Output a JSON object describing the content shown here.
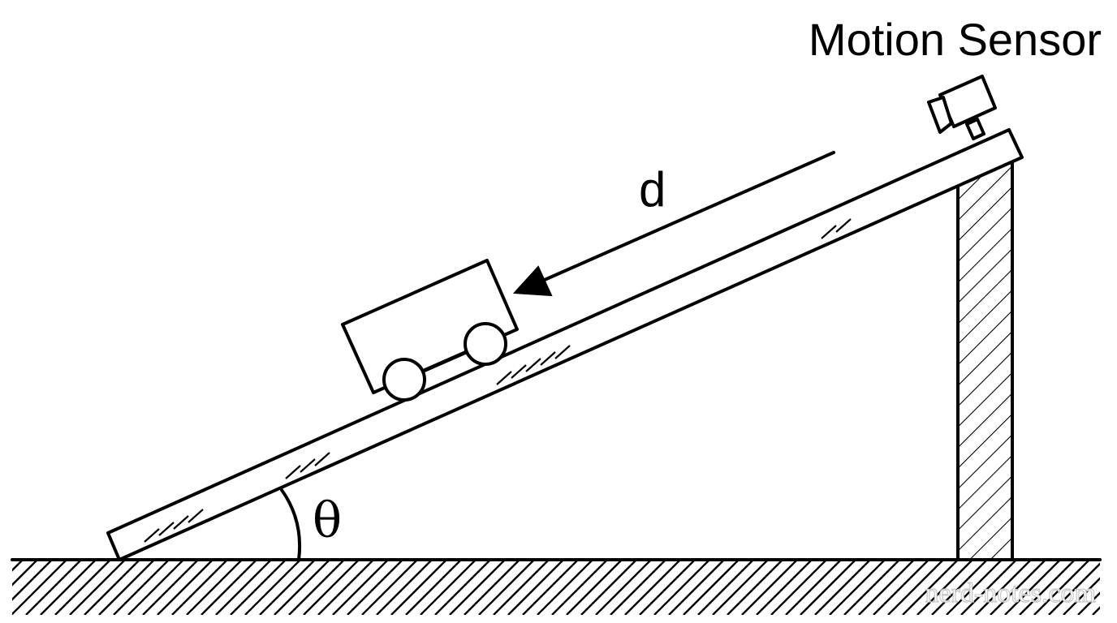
{
  "labels": {
    "sensor": "Motion Sensor",
    "distance": "d",
    "angle": "θ"
  },
  "watermark": "nerd-notes.com"
}
